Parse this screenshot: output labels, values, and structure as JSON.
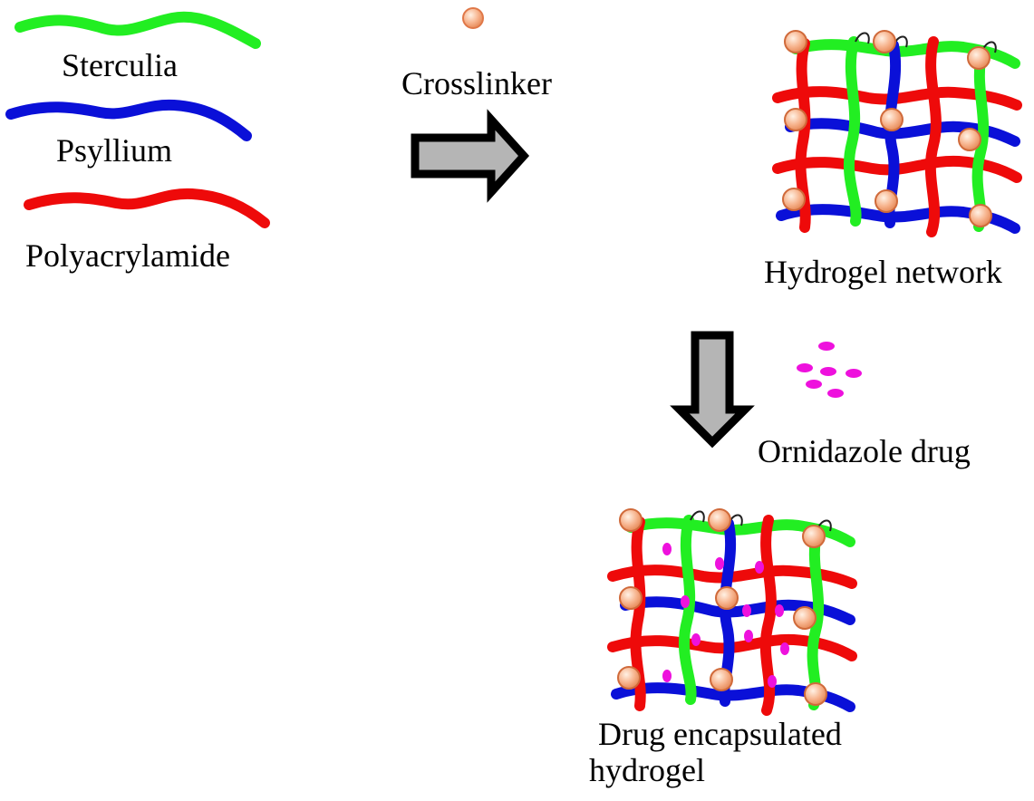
{
  "legend": {
    "sterculia": "Sterculia",
    "psyllium": "Psyllium",
    "polyacrylamide": "Polyacrylamide"
  },
  "crosslinker_label": "Crosslinker",
  "hydrogel_network_label": "Hydrogel network",
  "drug_label": "Ornidazole drug",
  "drug_hydrogel_label": {
    "line1": "Drug encapsulated",
    "line2": "hydrogel"
  },
  "colors": {
    "sterculia": "#22ee22",
    "psyllium": "#0a10d8",
    "polyacrylamide": "#ee0a0a",
    "crosslinker": "#f4a47c",
    "drug": "#ee11dd",
    "arrow_fill": "#b5b5b5",
    "arrow_stroke": "#000000"
  }
}
